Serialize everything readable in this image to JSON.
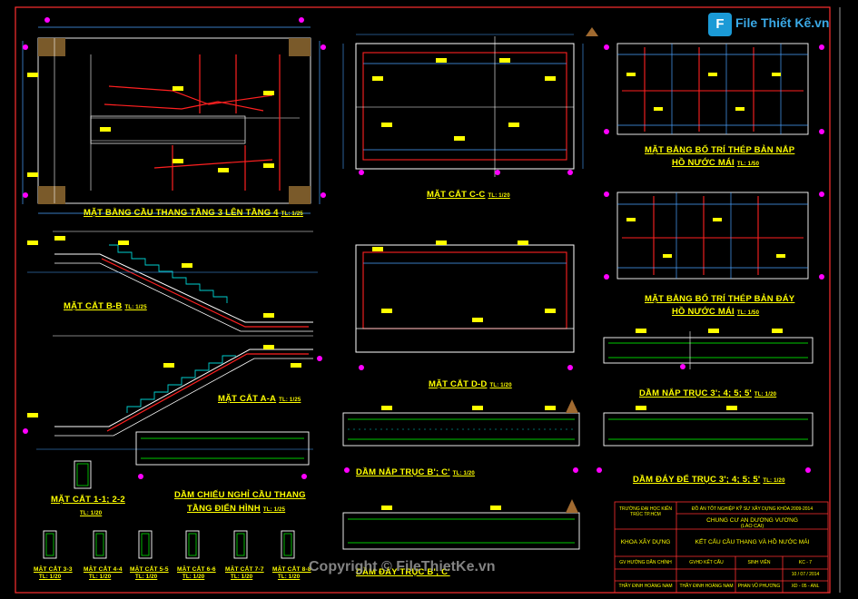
{
  "watermark": {
    "logo_mark": "F",
    "logo_text": "File Thiết Kế.vn",
    "copyright": "Copyright © FileThietKe.vn"
  },
  "drawings": {
    "stair_plan": "MẶT BẰNG CẦU THANG TẦNG 3 LÊN TẦNG 4",
    "stair_plan_scale": "TL: 1/25",
    "section_cc": "MẶT CẮT C-C",
    "section_cc_scale": "TL: 1/20",
    "top_slab_plan_1": "MẶT BẰNG BỐ TRÍ THÉP BẢN NẮP",
    "top_slab_plan_2": "HỒ NƯỚC MÁI",
    "top_slab_plan_scale": "TL: 1/50",
    "bottom_slab_plan_1": "MẶT BẰNG BỐ TRÍ THÉP BẢN ĐÁY",
    "bottom_slab_plan_2": "HỒ NƯỚC MÁI",
    "bottom_slab_plan_scale": "TL: 1/50",
    "section_bb": "MẶT CẮT B-B",
    "section_bb_scale": "TL: 1/25",
    "section_dd": "MẶT CẮT D-D",
    "section_dd_scale": "TL: 1/20",
    "section_aa": "MẶT CẮT A-A",
    "section_aa_scale": "TL: 1/25",
    "beam_top_3": "DẦM NẮP TRỤC 3'; 4; 5; 5'",
    "beam_top_3_scale": "TL: 1/20",
    "section_11": "MẶT CẮT 1-1; 2-2",
    "section_11_scale": "TL: 1/20",
    "landing_beam_1": "DẦM CHIẾU NGHỈ CẦU THANG",
    "landing_beam_2": "TẦNG ĐIỂN HÌNH",
    "landing_beam_scale": "TL: 1/25",
    "beam_top_b": "DẦM NẮP TRỤC B'; C'",
    "beam_top_b_scale": "TL: 1/20",
    "beam_bottom_3": "DẦM ĐÁY ĐỂ TRỤC 3'; 4; 5; 5'",
    "beam_bottom_3_scale": "TL: 1/20",
    "beam_bottom_b": "DẦM ĐÁY TRỤC B'; C'",
    "small_sections": [
      {
        "name": "MẶT CẮT 3-3",
        "scale": "TL: 1/20"
      },
      {
        "name": "MẶT CẮT 4-4",
        "scale": "TL: 1/20"
      },
      {
        "name": "MẶT CẮT 5-5",
        "scale": "TL: 1/20"
      },
      {
        "name": "MẶT CẮT 6-6",
        "scale": "TL: 1/20"
      },
      {
        "name": "MẶT CẮT 7-7",
        "scale": "TL: 1/20"
      },
      {
        "name": "MẶT CẮT 8-8",
        "scale": "TL: 1/20"
      }
    ]
  },
  "title_block": {
    "school": "TRƯỜNG ĐẠI HỌC KIẾN TRÚC TP.HCM",
    "thesis": "ĐỒ ÁN TỐT NGHIỆP KỸ SƯ XÂY DỰNG KHÓA 2009-2014",
    "project_1": "CHUNG CƯ AN DƯƠNG VƯƠNG",
    "project_2": "(LÀO CAI)",
    "faculty": "KHOA XÂY DỰNG",
    "sheet_title": "KẾT CẤU CẦU THANG VÀ HỒ NƯỚC MÁI",
    "role_1": "GV HƯỚNG DẪN CHÍNH",
    "role_2": "GVHD KẾT CẤU",
    "role_3": "SINH VIÊN",
    "name_1": "THẦY ĐINH HOÀNG NAM",
    "name_2": "THẦY ĐINH HOÀNG NAM",
    "name_3": "PHAN VŨ PHƯƠNG",
    "sheet_no": "KC - 7",
    "date": "10 / 07 / 2014",
    "code": "XD - 05 - ANL"
  },
  "colors": {
    "background": "#000000",
    "title_text": "#ffff00",
    "rebar": "#ff2020",
    "concrete": "#ffffff",
    "dimension": "#4aa3ff",
    "node": "#ff00ff",
    "hatch": "#00c800",
    "stirrup": "#00d0d0",
    "frame": "#ff3030"
  }
}
